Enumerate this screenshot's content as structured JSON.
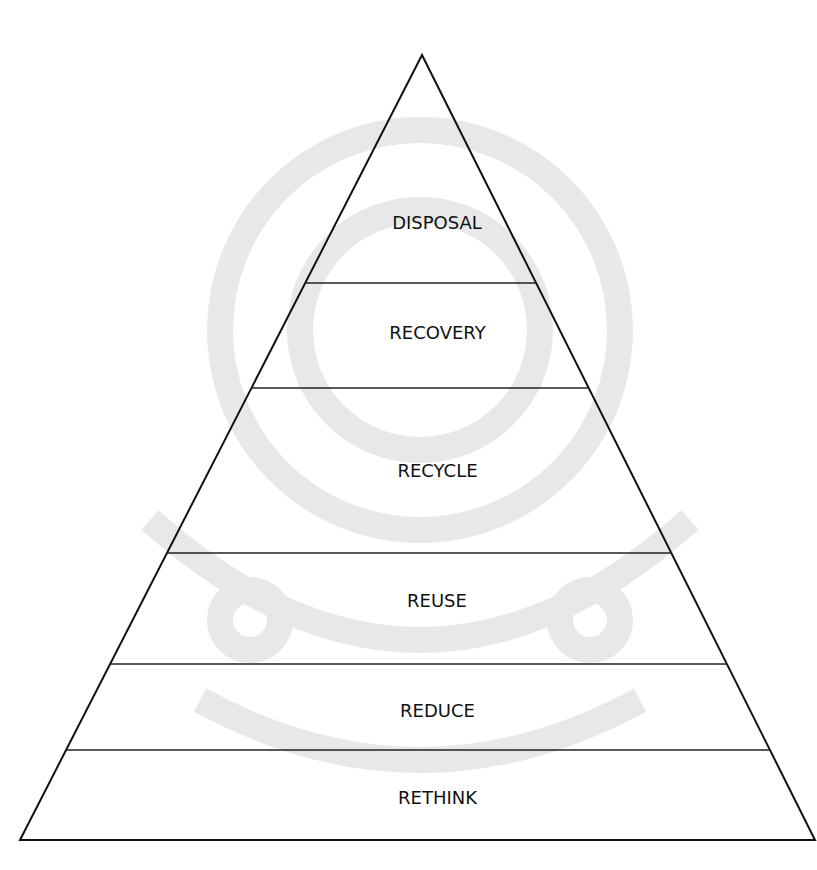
{
  "diagram": {
    "nodes": [
      {
        "text": [
          "DISPOSAL"
        ]
      },
      {
        "text": [
          "RECOVERY"
        ]
      },
      {
        "text": [
          "RECYCLE"
        ]
      },
      {
        "text": [
          "REUSE"
        ]
      },
      {
        "text": [
          "REDUCE"
        ]
      },
      {
        "text": [
          "RETHINK"
        ]
      }
    ]
  }
}
